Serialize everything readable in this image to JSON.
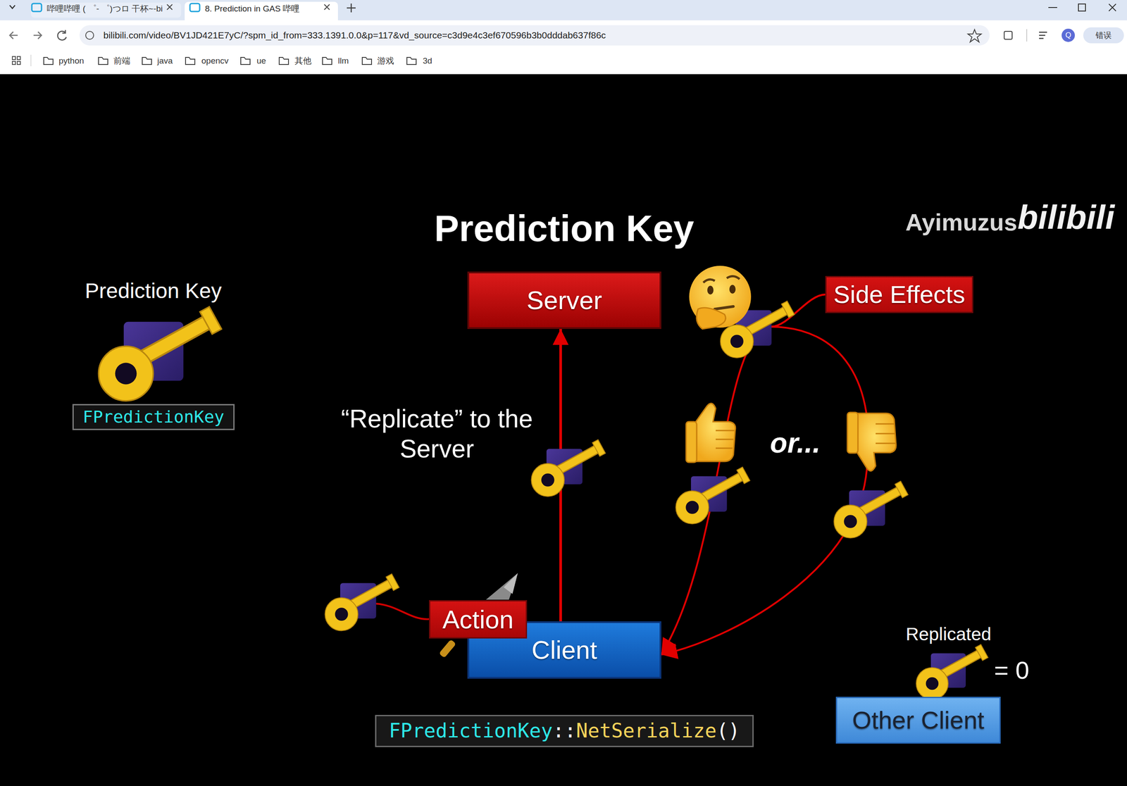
{
  "diagram": {
    "title": "Prediction Key",
    "nodes": [
      {
        "text": [
          "Server"
        ]
      },
      {
        "text": [
          "Side Effects"
        ]
      },
      {
        "text": [
          "FPredictionKey"
        ]
      },
      {
        "text": [
          "Action"
        ]
      },
      {
        "text": [
          "Client"
        ]
      },
      {
        "text": [
          "Other Client"
        ]
      },
      {
        "text": [
          "FPredictionKey::NetSerialize()"
        ]
      }
    ],
    "edges": [
      {
        "from": 4,
        "to": 0,
        "arrow": "to"
      },
      {
        "from": 1,
        "to": 4,
        "arrow": "to"
      },
      {
        "from": 1,
        "to": 4,
        "arrow": "to"
      }
    ],
    "labels": [
      "哔哩哔哩 ( ゜- ゜)つロ 干杯~-bi",
      "8. Prediction in GAS 哔哩",
      "bilibili.com/video/BV1JD421E7yC/?spm_id_from=333.1391.0.0&p=117&vd_source=c3d9e4c3ef670596b3b0dddab637f86c",
      "python",
      "前端",
      "java",
      "opencv",
      "ue",
      "其他",
      "llm",
      "游戏",
      "3d",
      "Q",
      "错误",
      "Ayimuzus",
      "bilibili",
      "Prediction Key",
      "“Replicate” to the Server",
      "or...",
      "Replicated",
      "= 0"
    ]
  }
}
